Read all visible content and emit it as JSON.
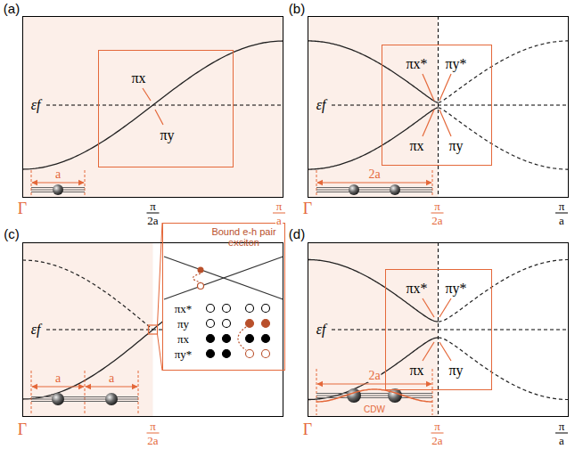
{
  "diagram": {
    "nodes": [
      {
        "text": [
          "(a)"
        ]
      },
      {
        "text": [
          "πx",
          "πy"
        ],
        "in": 0
      },
      {
        "text": [
          "(b)"
        ]
      },
      {
        "text": [
          "πx*",
          "πy*",
          "πx",
          "πy"
        ],
        "in": 2
      },
      {
        "text": [
          "(c)"
        ]
      },
      {
        "text": [
          "Bound e-h pair exciton",
          "πx*",
          "πy",
          "πx",
          "πy*"
        ],
        "in": 4
      },
      {
        "text": [
          "(d)"
        ]
      },
      {
        "text": [
          "πx*",
          "πy*",
          "πx",
          "πy"
        ],
        "in": 6
      }
    ],
    "labels": [
      "εf",
      "Γ",
      "π",
      "2a",
      "π",
      "a",
      "a",
      "εf",
      "Γ",
      "π",
      "2a",
      "π",
      "a",
      "2a",
      "εf",
      "Γ",
      "π",
      "2a",
      "a",
      "a",
      "εf",
      "Γ",
      "π",
      "2a",
      "π",
      "a",
      "2a",
      "CDW"
    ]
  }
}
